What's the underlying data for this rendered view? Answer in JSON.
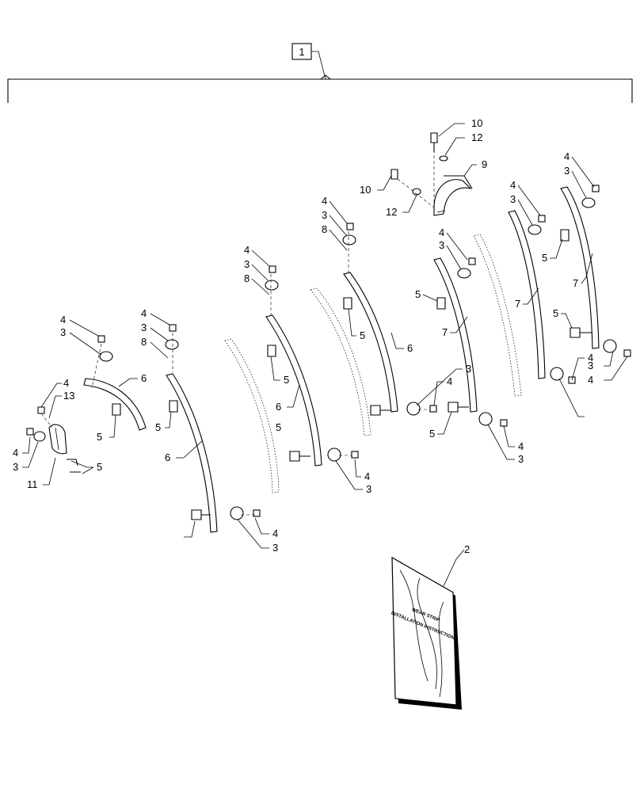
{
  "assembly_callout": "1",
  "book_text": {
    "line1": "WEAR STRIP",
    "line2": "INSTALLATION INSTRUCTIONS"
  },
  "labels": [
    {
      "id": "l1",
      "text": "10"
    },
    {
      "id": "l2",
      "text": "12"
    },
    {
      "id": "l3",
      "text": "9"
    },
    {
      "id": "l4",
      "text": "10"
    },
    {
      "id": "l5",
      "text": "12"
    },
    {
      "id": "l6",
      "text": "4"
    },
    {
      "id": "l7",
      "text": "3"
    },
    {
      "id": "l8",
      "text": "7"
    },
    {
      "id": "l9",
      "text": "5"
    },
    {
      "id": "l10",
      "text": "4"
    },
    {
      "id": "l11",
      "text": "3"
    },
    {
      "id": "l12",
      "text": "7"
    },
    {
      "id": "l13",
      "text": "5"
    },
    {
      "id": "l14",
      "text": "3"
    },
    {
      "id": "l15",
      "text": "4"
    },
    {
      "id": "l16",
      "text": "3"
    },
    {
      "id": "l17",
      "text": "4"
    },
    {
      "id": "l18",
      "text": "4"
    },
    {
      "id": "l19",
      "text": "3"
    },
    {
      "id": "l20",
      "text": "5"
    },
    {
      "id": "l21",
      "text": "7"
    },
    {
      "id": "l22",
      "text": "4"
    },
    {
      "id": "l23",
      "text": "3"
    },
    {
      "id": "l24",
      "text": "5"
    },
    {
      "id": "l25",
      "text": "3"
    },
    {
      "id": "l26",
      "text": "4"
    },
    {
      "id": "l27",
      "text": "4"
    },
    {
      "id": "l28",
      "text": "3"
    },
    {
      "id": "l29",
      "text": "8"
    },
    {
      "id": "l30",
      "text": "5"
    },
    {
      "id": "l31",
      "text": "6"
    },
    {
      "id": "l32",
      "text": "3"
    },
    {
      "id": "l33",
      "text": "4"
    },
    {
      "id": "l34",
      "text": "5"
    },
    {
      "id": "l35",
      "text": "4"
    },
    {
      "id": "l36",
      "text": "3"
    },
    {
      "id": "l37",
      "text": "8"
    },
    {
      "id": "l38",
      "text": "5"
    },
    {
      "id": "l39",
      "text": "6"
    },
    {
      "id": "l40",
      "text": "5"
    },
    {
      "id": "l41",
      "text": "4"
    },
    {
      "id": "l42",
      "text": "3"
    },
    {
      "id": "l43",
      "text": "4"
    },
    {
      "id": "l44",
      "text": "3"
    },
    {
      "id": "l45",
      "text": "8"
    },
    {
      "id": "l46",
      "text": "5"
    },
    {
      "id": "l47",
      "text": "6"
    },
    {
      "id": "l48",
      "text": "4"
    },
    {
      "id": "l49",
      "text": "3"
    },
    {
      "id": "l50",
      "text": "6"
    },
    {
      "id": "l51",
      "text": "5"
    },
    {
      "id": "l52",
      "text": "4"
    },
    {
      "id": "l53",
      "text": "3"
    },
    {
      "id": "l54",
      "text": "13"
    },
    {
      "id": "l55",
      "text": "4"
    },
    {
      "id": "l56",
      "text": "3"
    },
    {
      "id": "l57",
      "text": "11"
    },
    {
      "id": "l58",
      "text": "5"
    },
    {
      "id": "l59",
      "text": "2"
    }
  ]
}
